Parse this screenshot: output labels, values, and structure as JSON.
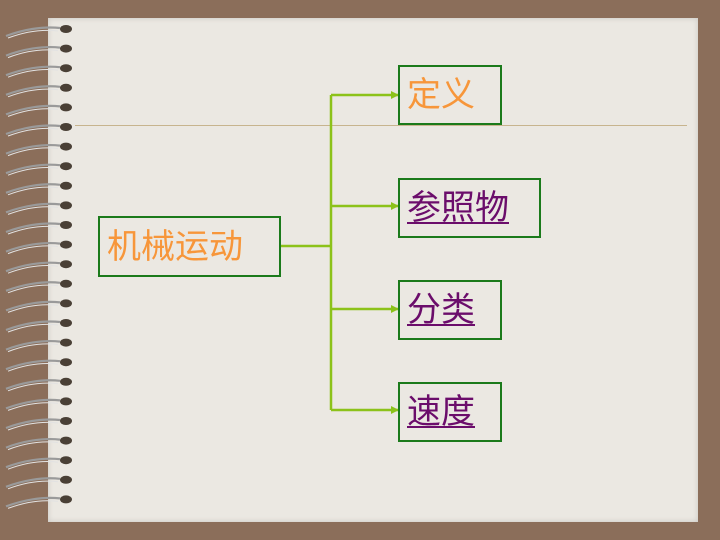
{
  "diagram": {
    "root": {
      "label": "机械运动"
    },
    "branches": [
      {
        "label": "定义",
        "link": false
      },
      {
        "label": "参照物",
        "link": true
      },
      {
        "label": "分类",
        "link": true
      },
      {
        "label": "速度",
        "link": true
      }
    ]
  },
  "colors": {
    "background": "#8b6e5a",
    "page": "#ebe8e2",
    "box_border": "#1b7a1b",
    "connector": "#8cc21a",
    "orange_text": "#f7963a",
    "link_text": "#6b0d6b"
  }
}
